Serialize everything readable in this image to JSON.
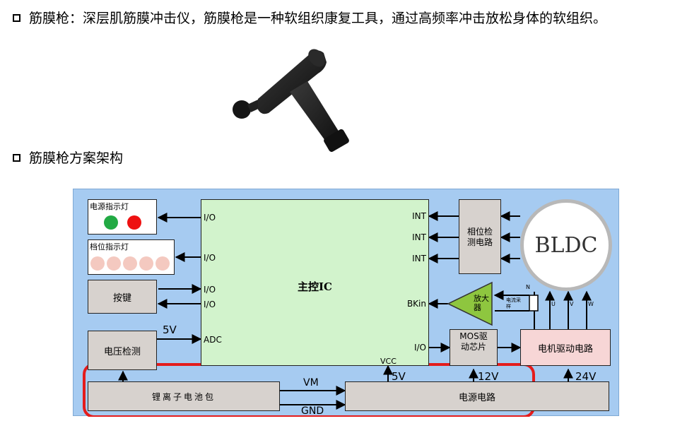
{
  "intro": {
    "line1": "筋膜枪：深层肌筋膜冲击仪，筋膜枪是一种软组织康复工具，通过高频率冲击放松身体的软组织。"
  },
  "section_title": "筋膜枪方案架构",
  "diagram": {
    "power_led": "电源指示灯",
    "gear_led": "档位指示灯",
    "button": "按键",
    "voltage_detect": "电压检测",
    "battery": "锂离子电池包",
    "mcu": "主控IC",
    "phase_detect": "相位检测电路",
    "bldc": "BLDC",
    "amplifier": "放大器",
    "current_sample": "电流采样",
    "mos_driver": "MOS驱动芯片",
    "motor_driver": "电机驱动电路",
    "power_circuit": "电源电路",
    "io1": "I/O",
    "io2": "I/O",
    "io3": "I/O",
    "io4": "I/O",
    "adc": "ADC",
    "int1": "INT",
    "int2": "INT",
    "int3": "INT",
    "bkin": "BKin",
    "io5": "I/O",
    "vcc": "VCC",
    "v5_top": "5V",
    "v5_bottom": "5V",
    "v12": "12V",
    "v24": "24V",
    "vm": "VM",
    "gnd": "GND",
    "n": "N",
    "u": "U",
    "v": "V",
    "w": "W",
    "colors": {
      "background": "#a6cbf1",
      "mcu": "#d2f3cc",
      "module": "#d7d2ce",
      "motor_driver": "#f7d6d6",
      "led_green": "#22aa44",
      "led_red": "#ee1111",
      "led_off": "#f4c9c0",
      "amplifier": "#8ec63f",
      "highlight": "#e41c1c"
    }
  }
}
